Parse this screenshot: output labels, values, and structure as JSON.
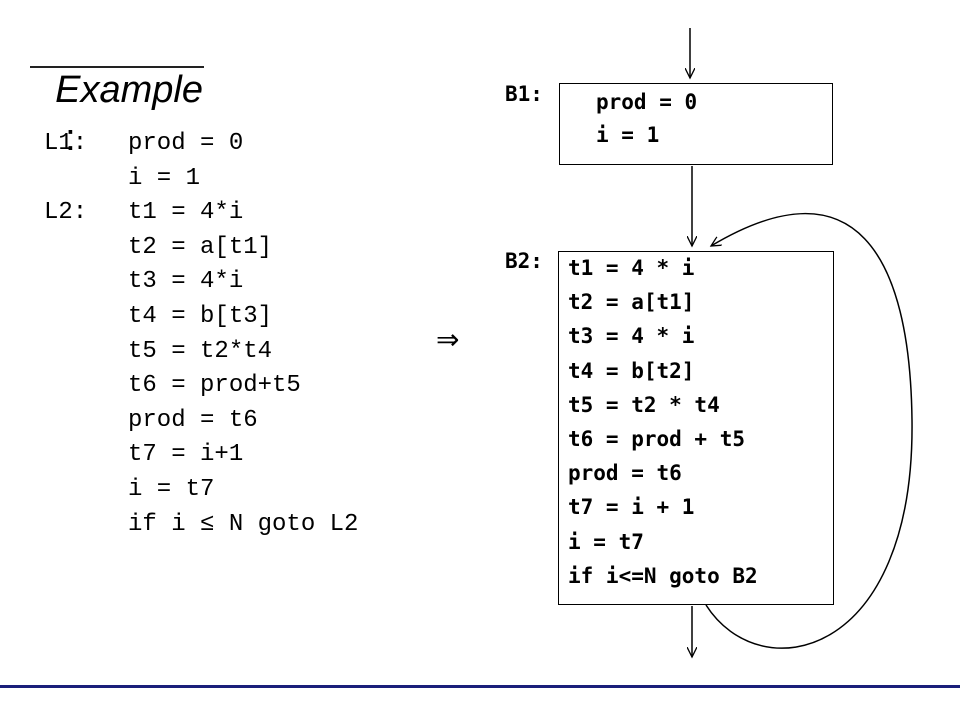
{
  "title": "Example",
  "title_suffix": ":",
  "arrow_symbol": "⇒",
  "source": {
    "lines": [
      {
        "label": "L1:",
        "stmt": "prod = 0"
      },
      {
        "label": "",
        "stmt": "i = 1"
      },
      {
        "label": "L2:",
        "stmt": "t1 = 4*i"
      },
      {
        "label": "",
        "stmt": "t2 = a[t1]"
      },
      {
        "label": "",
        "stmt": "t3 = 4*i"
      },
      {
        "label": "",
        "stmt": "t4 = b[t3]"
      },
      {
        "label": "",
        "stmt": "t5 = t2*t4"
      },
      {
        "label": "",
        "stmt": "t6 = prod+t5"
      },
      {
        "label": "",
        "stmt": "prod = t6"
      },
      {
        "label": "",
        "stmt": "t7 = i+1"
      },
      {
        "label": "",
        "stmt": "i = t7"
      },
      {
        "label": "",
        "stmt": "if i ≤ N goto L2"
      }
    ]
  },
  "blocks": [
    {
      "label": "B1:",
      "lines": [
        "prod = 0",
        "i = 1"
      ]
    },
    {
      "label": "B2:",
      "lines": [
        "t1 = 4 * i",
        "t2 = a[t1]",
        "t3 = 4 * i",
        "t4 = b[t2]",
        "t5 = t2 * t4",
        "t6 = prod + t5",
        "prod = t6",
        "t7 = i + 1",
        "i = t7",
        "if i<=N goto B2"
      ]
    }
  ]
}
